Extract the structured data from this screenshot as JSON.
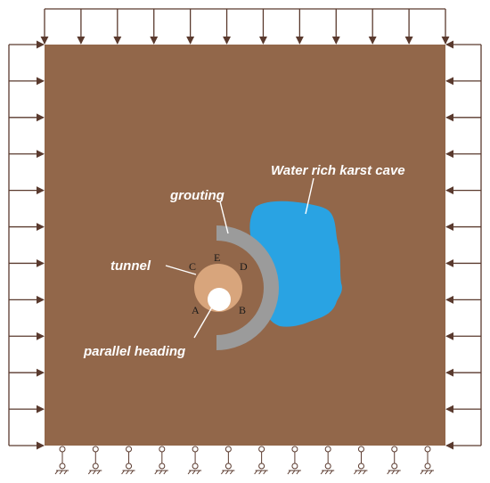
{
  "labels": {
    "cave": "Water rich karst cave",
    "grouting": "grouting",
    "tunnel": "tunnel",
    "parallel": "parallel heading"
  },
  "points": {
    "a": "A",
    "b": "B",
    "c": "C",
    "d": "D",
    "e": "E"
  },
  "colors": {
    "soil": "#92674a",
    "grouting": "#9b9b9b",
    "tunnel": "#d8a57c",
    "cave": "#29a3e3",
    "arrows": "#5a3a2e"
  }
}
